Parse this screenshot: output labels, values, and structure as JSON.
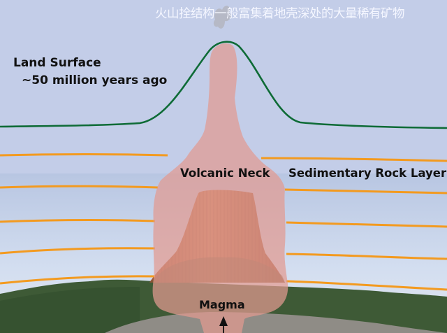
{
  "title": "火山拴结构一般富集着地壳深处的大量稀有矿物",
  "labels": {
    "land_surface_line1": "Land Surface",
    "land_surface_line2": "~50 million years ago",
    "volcanic_neck": "Volcanic Neck",
    "sedimentary_rock_layer": "Sedimentary Rock Layer",
    "magma": "Magma"
  },
  "colors": {
    "sky_diagram": "#c3cde8",
    "land_surface_line": "#0e6b36",
    "sediment_lines": "#f39a1f",
    "volcanic_neck_fill": "#e29a90",
    "tower_rock": "#b86a45",
    "forest": "#3e5a36",
    "ground": "#8f8c86",
    "text_dark": "#111111",
    "title_text": "#f4f6ff"
  },
  "icons": {
    "magma_arrow": "arrow-up"
  }
}
